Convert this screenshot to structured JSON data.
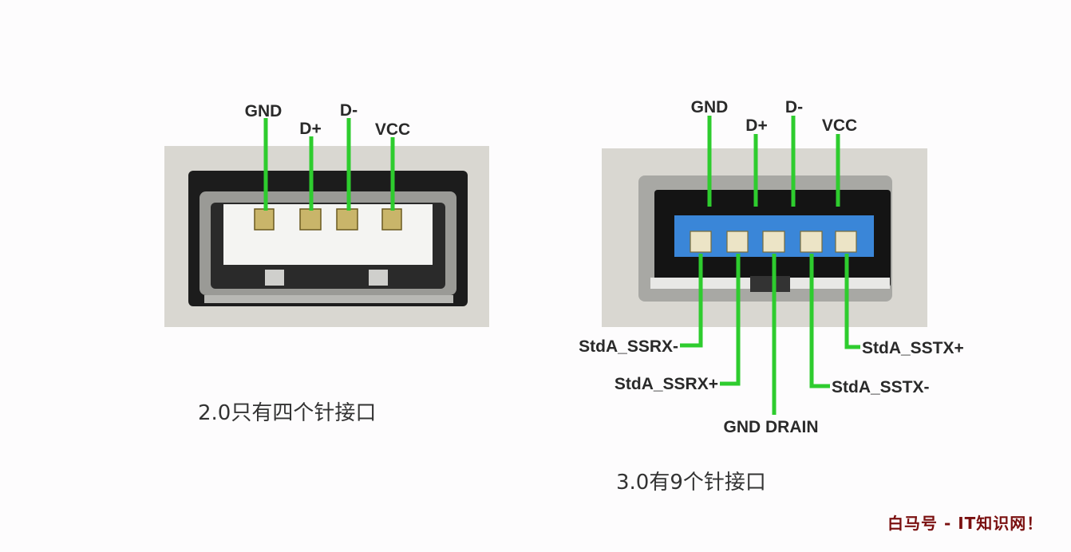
{
  "usb2": {
    "top_pins": [
      "GND",
      "D+",
      "D-",
      "VCC"
    ],
    "caption": "2.0只有四个针接口"
  },
  "usb3": {
    "top_pins": [
      "GND",
      "D+",
      "D-",
      "VCC"
    ],
    "bottom_pins": [
      "StdA_SSRX-",
      "StdA_SSRX+",
      "GND DRAIN",
      "StdA_SSTX-",
      "StdA_SSTX+"
    ],
    "caption": "3.0有9个针接口"
  },
  "watermark": "白马号 - IT知识网！",
  "colors": {
    "wire": "#2ecc2e",
    "blue_insulator": "#3a86d8",
    "housing": "#d8d6d0",
    "watermark": "#7a1010"
  }
}
